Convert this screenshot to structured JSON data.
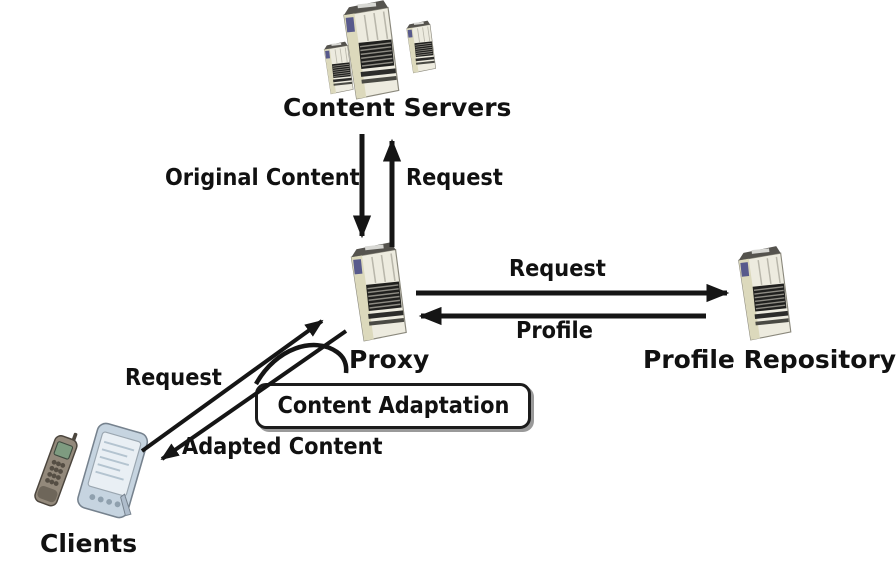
{
  "diagram": {
    "nodes": {
      "content_servers": {
        "label": "Content Servers",
        "icon": "server-cluster"
      },
      "proxy": {
        "label": "Proxy",
        "icon": "server-tower"
      },
      "profile_repository": {
        "label": "Profile Repository",
        "icon": "server-tower"
      },
      "clients": {
        "label": "Clients",
        "icon": "mobile-devices"
      },
      "content_adaptation": {
        "label": "Content Adaptation"
      }
    },
    "edges": {
      "original_content": {
        "label": "Original Content",
        "from": "content_servers",
        "to": "proxy",
        "direction": "down"
      },
      "request_to_servers": {
        "label": "Request",
        "from": "proxy",
        "to": "content_servers",
        "direction": "up"
      },
      "request_to_repository": {
        "label": "Request",
        "from": "proxy",
        "to": "profile_repository",
        "direction": "right"
      },
      "profile": {
        "label": "Profile",
        "from": "profile_repository",
        "to": "proxy",
        "direction": "left"
      },
      "request_to_proxy": {
        "label": "Request",
        "from": "clients",
        "to": "proxy",
        "direction": "up-right"
      },
      "adapted_content": {
        "label": "Adapted Content",
        "from": "proxy",
        "to": "clients",
        "direction": "down-left"
      },
      "adaptation_link": {
        "label": "",
        "from": "content_adaptation",
        "to": "proxy",
        "direction": "curved"
      }
    },
    "colors": {
      "background": "#ffffff",
      "text": "#111111",
      "arrow": "#151515",
      "box_border": "#1c1c1c",
      "box_fill": "#ffffff"
    }
  }
}
